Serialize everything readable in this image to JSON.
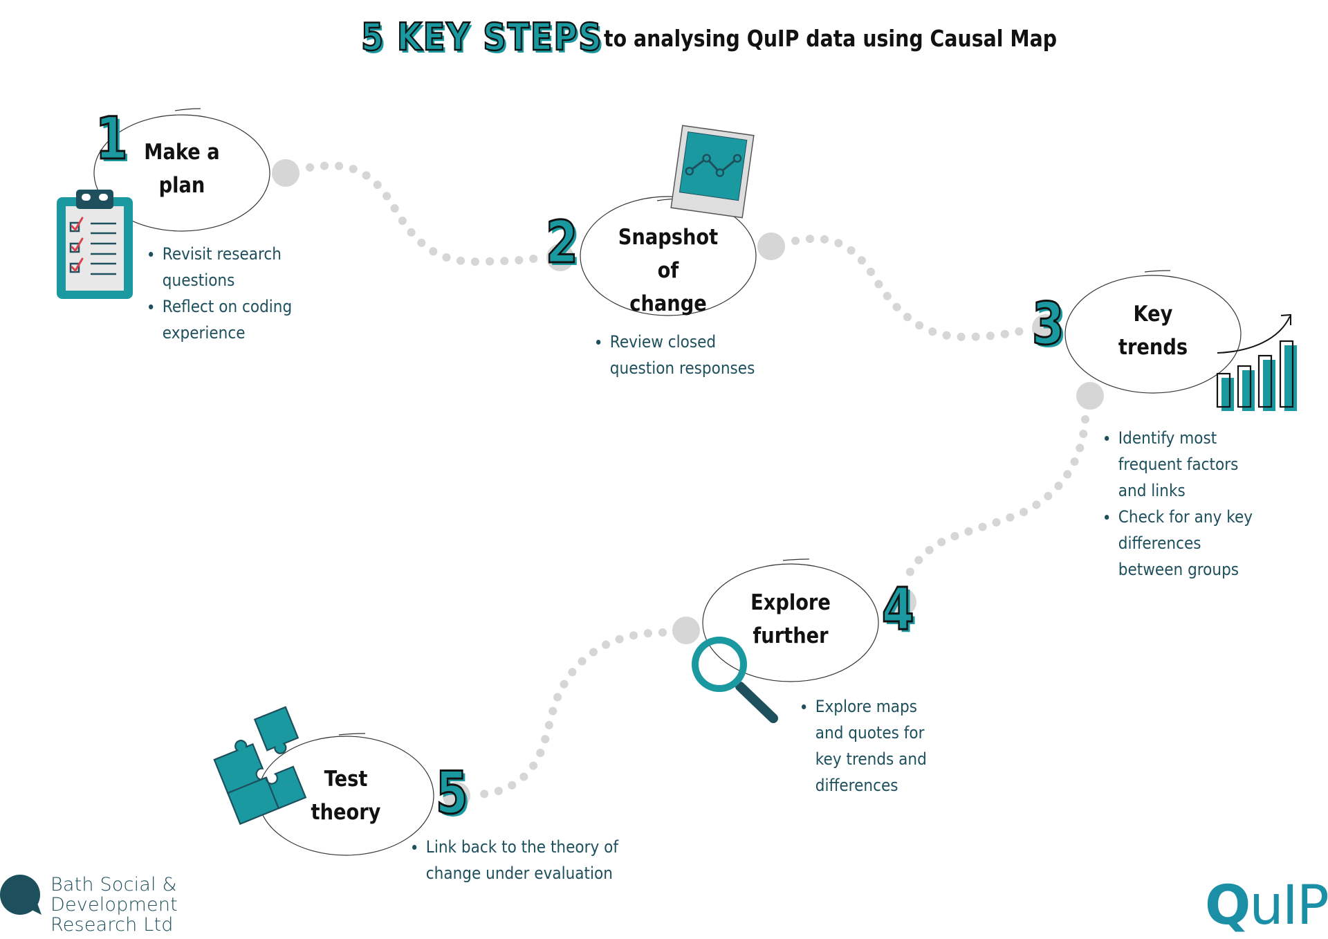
{
  "header": {
    "title_emphasis": "5 KEY STEPS",
    "title_rest": "to analysing QuIP data using Causal Map"
  },
  "colors": {
    "teal": "#1a9aa0",
    "dark_teal": "#1d4f5c",
    "dot_grey": "#d6d6d6",
    "outline": "#111111"
  },
  "steps": [
    {
      "number": "1",
      "title_line1": "Make a",
      "title_line2": "plan",
      "icon": "clipboard-checklist-icon",
      "bullets": [
        "Revisit research\nquestions",
        "Reflect on coding\nexperience"
      ]
    },
    {
      "number": "2",
      "title_line1": "Snapshot of",
      "title_line2": "change",
      "icon": "polaroid-line-chart-icon",
      "bullets": [
        "Review closed\nquestion responses"
      ]
    },
    {
      "number": "3",
      "title_line1": "Key",
      "title_line2": "trends",
      "icon": "rising-bar-chart-icon",
      "bullets": [
        "Identify most\nfrequent factors\nand links",
        "Check for any key\ndifferences\nbetween groups"
      ]
    },
    {
      "number": "4",
      "title_line1": "Explore",
      "title_line2": "further",
      "icon": "magnifying-glass-icon",
      "bullets": [
        "Explore maps\nand quotes for\nkey trends and\ndifferences"
      ]
    },
    {
      "number": "5",
      "title_line1": "Test",
      "title_line2": "theory",
      "icon": "puzzle-pieces-icon",
      "bullets": [
        "Link back to the theory of\nchange under evaluation"
      ]
    }
  ],
  "footer": {
    "org_logo_line1": "Bath Social &",
    "org_logo_line2": "Development",
    "org_logo_line3": "Research Ltd",
    "product_logo_q": "Q",
    "product_logo_rest": "uIP"
  }
}
